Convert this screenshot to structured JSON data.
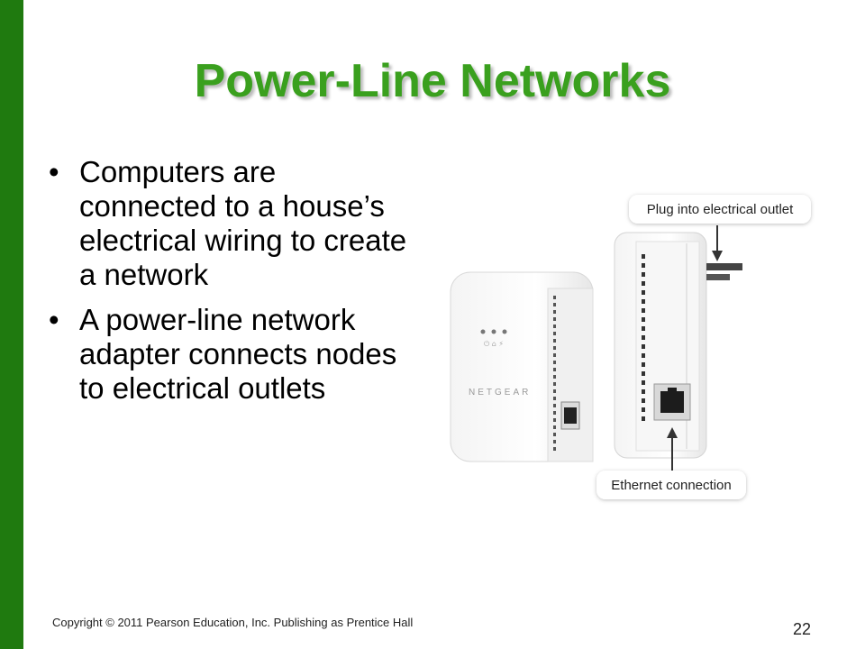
{
  "slide": {
    "title": "Power-Line Networks",
    "bullets": [
      "Computers are connected to a house’s electrical wiring to create a network",
      "A power-line network adapter connects nodes to electrical outlets"
    ],
    "bullet_glyph": "•",
    "footer": "Copyright © 2011 Pearson Education, Inc. Publishing as Prentice Hall",
    "page_number": "22"
  },
  "figure": {
    "callout_plug": "Plug into electrical outlet",
    "callout_ethernet": "Ethernet connection",
    "brand": "NETGEAR",
    "led_symbols": "⏻ ⌂ ⚡"
  },
  "colors": {
    "sidebar": "#1f7a0f",
    "title": "#3aa01e"
  }
}
